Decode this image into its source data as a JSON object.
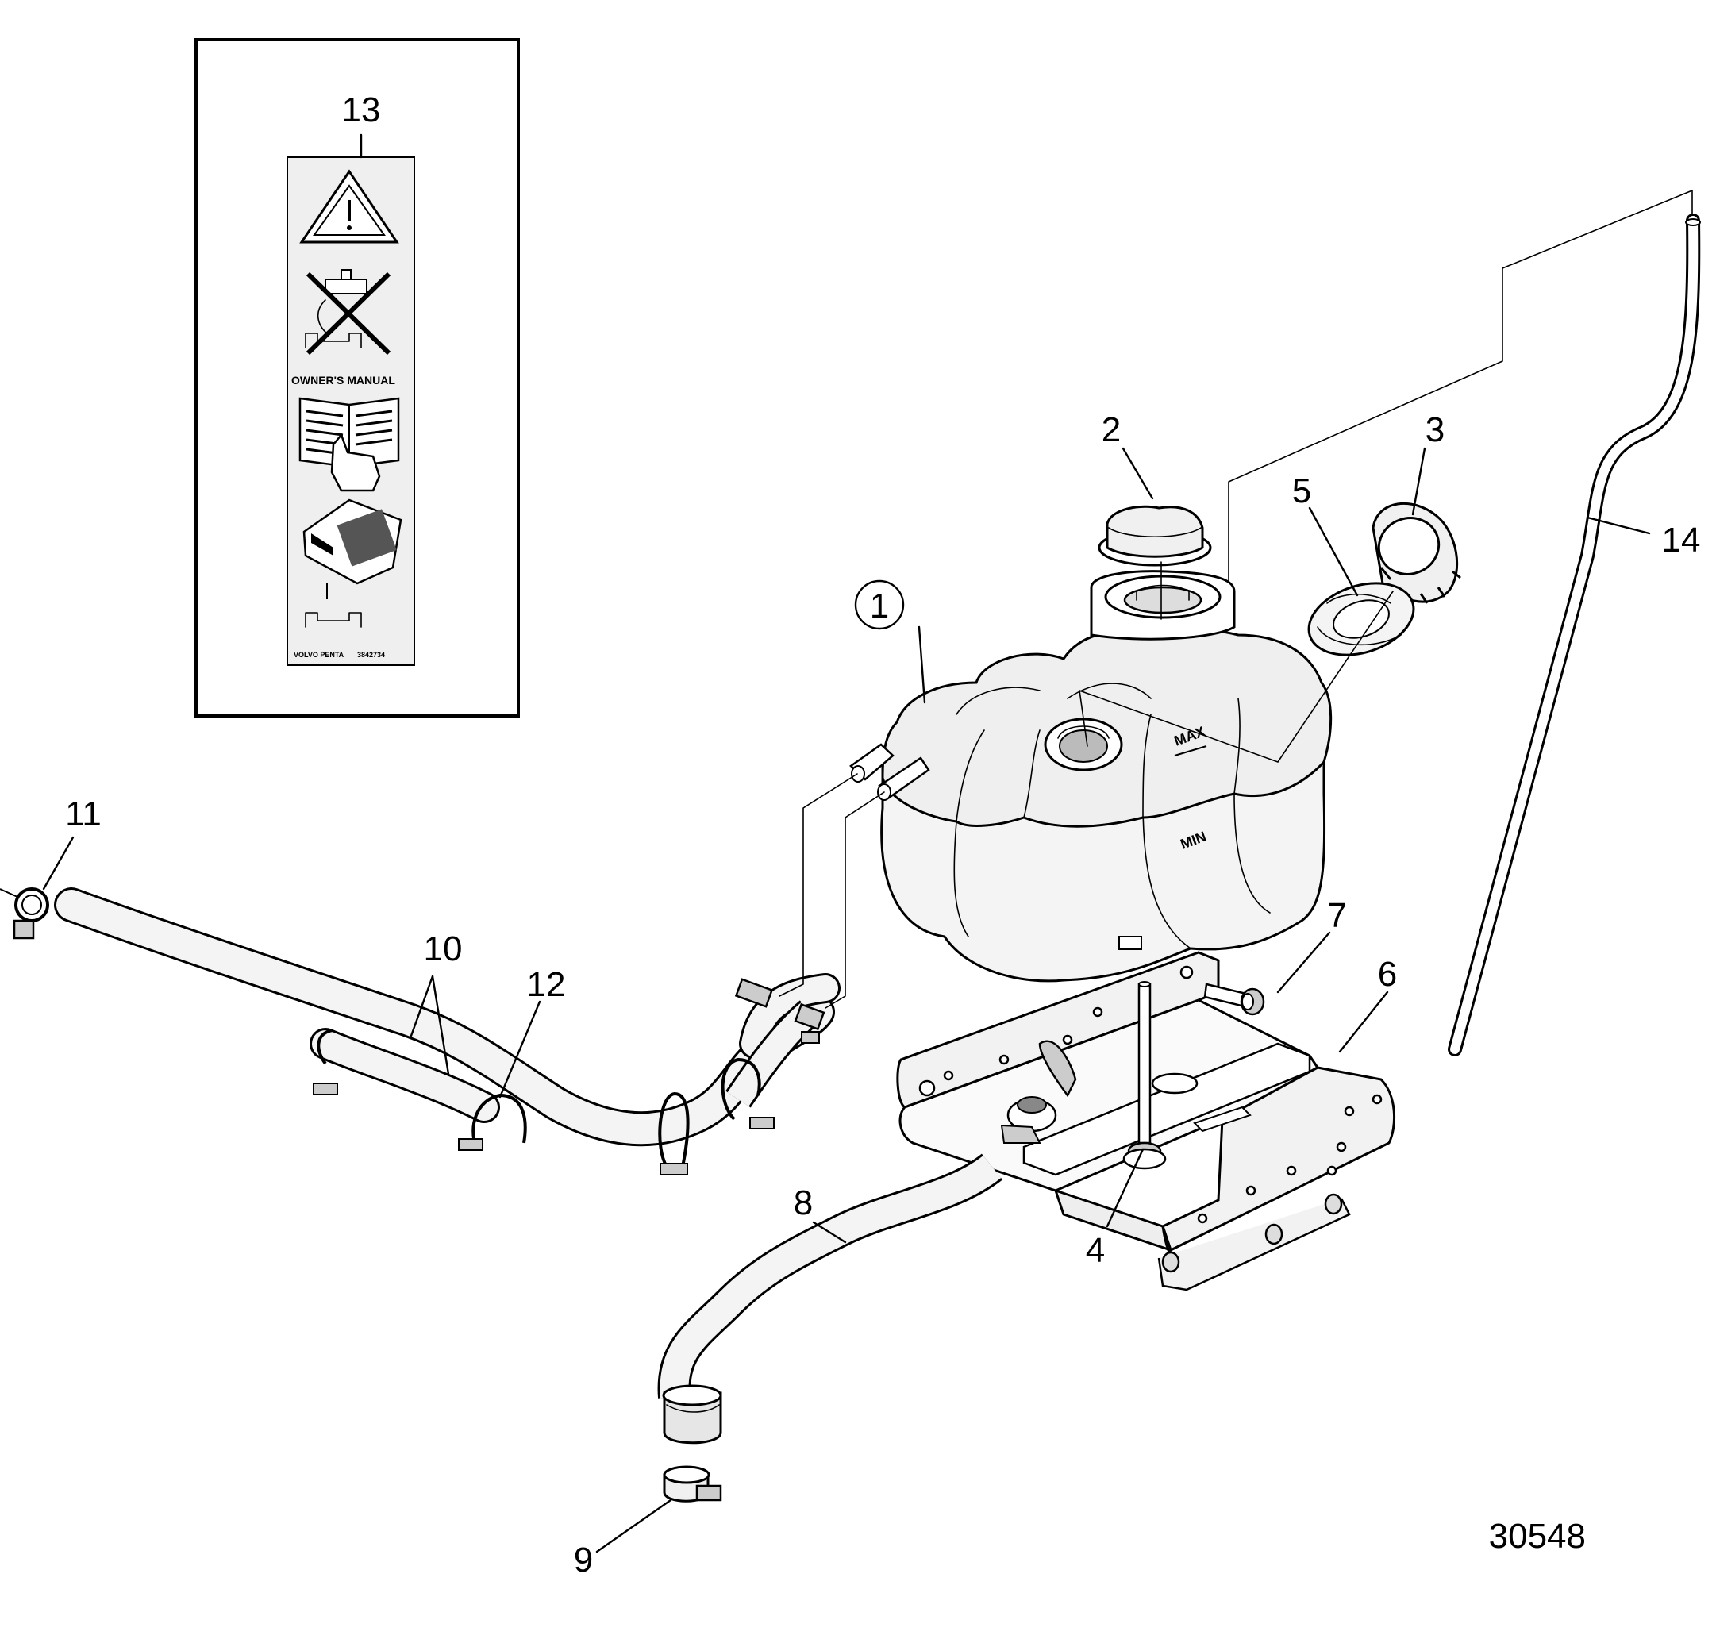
{
  "callouts": [
    {
      "id": "c1",
      "text": "1"
    },
    {
      "id": "c2",
      "text": "2"
    },
    {
      "id": "c3",
      "text": "3"
    },
    {
      "id": "c4",
      "text": "4"
    },
    {
      "id": "c5",
      "text": "5"
    },
    {
      "id": "c6",
      "text": "6"
    },
    {
      "id": "c7",
      "text": "7"
    },
    {
      "id": "c8",
      "text": "8"
    },
    {
      "id": "c9",
      "text": "9"
    },
    {
      "id": "c10",
      "text": "10"
    },
    {
      "id": "c11",
      "text": "11"
    },
    {
      "id": "c12",
      "text": "12"
    },
    {
      "id": "c13",
      "text": "13"
    },
    {
      "id": "c14",
      "text": "14"
    }
  ],
  "decal": {
    "owners_manual": "OWNER'S MANUAL",
    "brand": "VOLVO PENTA",
    "part_no": "3842734"
  },
  "tank_marks": {
    "max": "MAX",
    "min": "MIN"
  },
  "figure_number": "30548"
}
